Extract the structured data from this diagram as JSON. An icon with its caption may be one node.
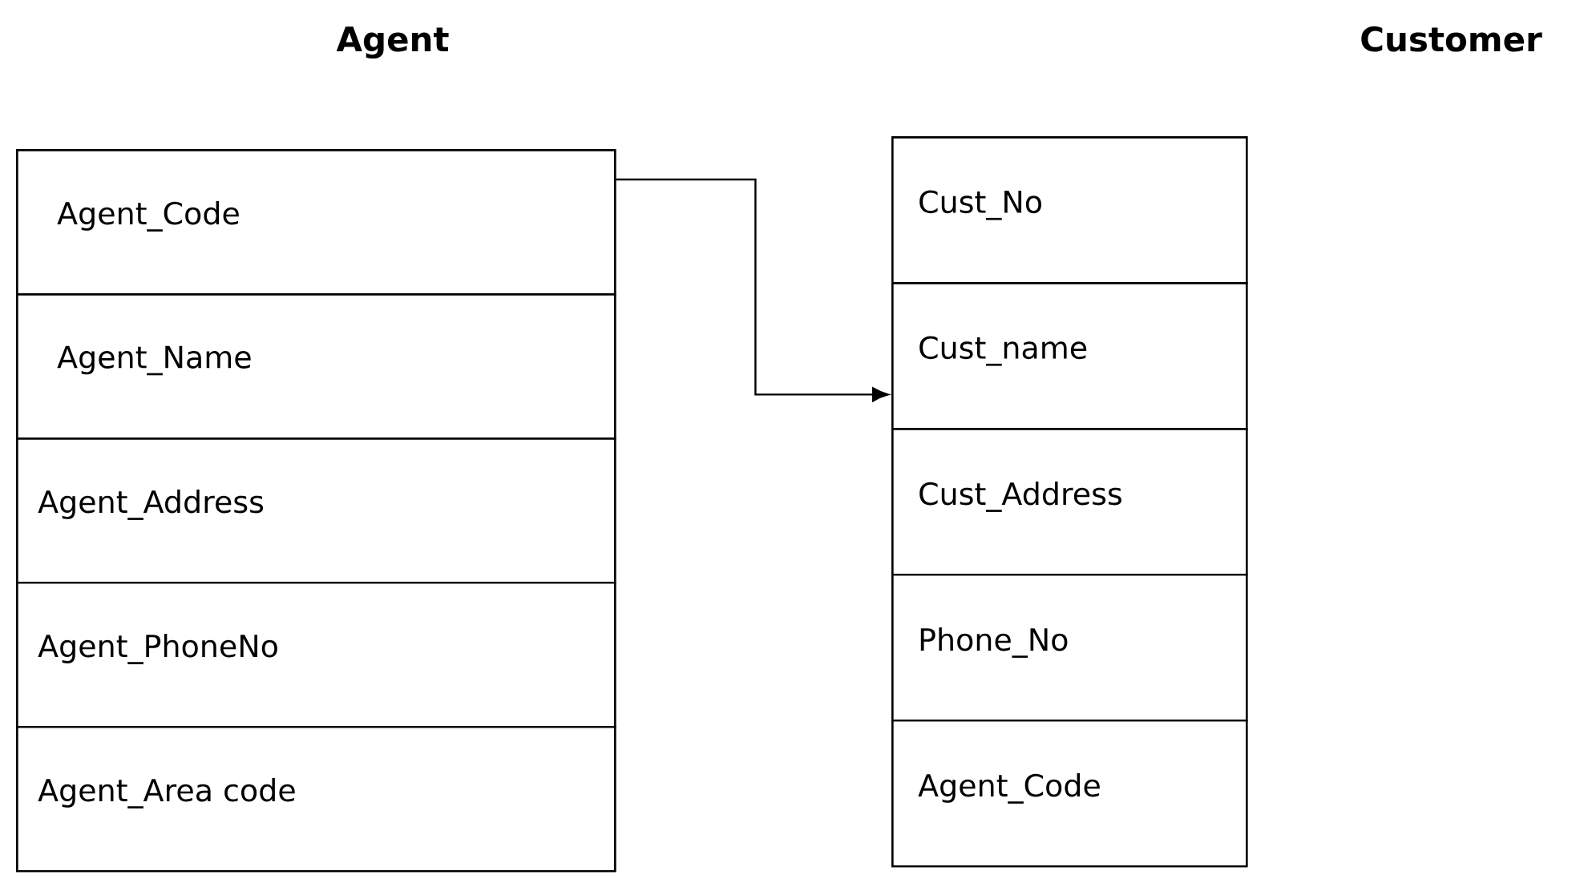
{
  "diagram": {
    "nodes": [
      {
        "text": [
          "Agent"
        ]
      },
      {
        "text": [
          "Agent_Code"
        ],
        "in": 0
      },
      {
        "text": [
          "Agent_Name"
        ],
        "in": 0
      },
      {
        "text": [
          "Agent_Address"
        ],
        "in": 0
      },
      {
        "text": [
          "Agent_PhoneNo"
        ],
        "in": 0
      },
      {
        "text": [
          "Agent_Area code"
        ],
        "in": 0
      },
      {
        "text": [
          "Customer"
        ]
      },
      {
        "text": [
          "Cust_No"
        ],
        "in": 6
      },
      {
        "text": [
          "Cust_name"
        ],
        "in": 6
      },
      {
        "text": [
          "Cust_Address"
        ],
        "in": 6
      },
      {
        "text": [
          "Phone_No"
        ],
        "in": 6
      },
      {
        "text": [
          "Agent_Code"
        ],
        "in": 6
      }
    ],
    "edges": [
      {
        "from": 1,
        "to": 8,
        "arrow": "to"
      }
    ]
  }
}
